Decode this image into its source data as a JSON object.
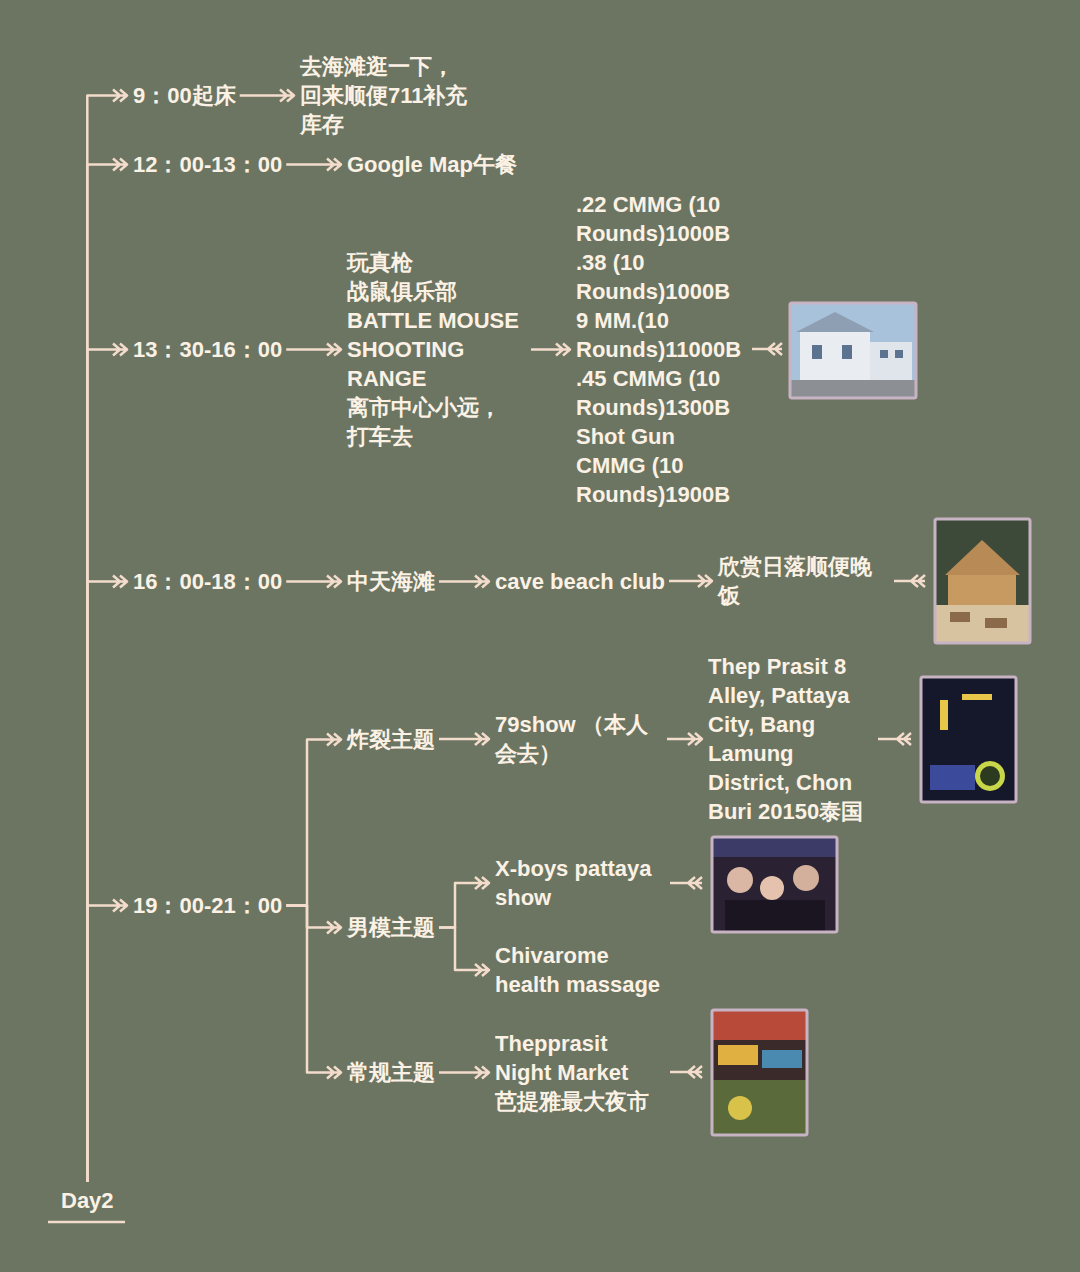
{
  "diagram": {
    "nodes": [
      {
        "text": [
          "9：00起床"
        ]
      },
      {
        "text": [
          "去海滩逛一下， 回来顺便711补充 库存"
        ]
      },
      {
        "text": [
          "12：00-13：00"
        ]
      },
      {
        "text": [
          "Google Map午餐"
        ]
      },
      {
        "text": [
          "13：30-16：00"
        ]
      },
      {
        "text": [
          "玩真枪 战鼠俱乐部 BATTLE MOUSE SHOOTING RANGE 离市中心小远， 打车去"
        ]
      },
      {
        "text": [
          ".22 CMMG (10 Rounds)1000B .38 (10 Rounds)1000B 9 MM.(10 Rounds)11000B .45 CMMG (10 Rounds)1300B Shot Gun CMMG (10 Rounds)1900B"
        ]
      },
      {
        "text": [
          "16：00-18：00"
        ]
      },
      {
        "text": [
          "中天海滩"
        ]
      },
      {
        "text": [
          "cave beach club"
        ]
      },
      {
        "text": [
          "欣赏日落顺便晚 饭"
        ]
      },
      {
        "text": [
          "19：00-21：00"
        ]
      },
      {
        "text": [
          "炸裂主题"
        ]
      },
      {
        "text": [
          "79show （本人 会去）"
        ]
      },
      {
        "text": [
          "Thep Prasit 8 Alley, Pattaya City, Bang Lamung District, Chon Buri 20150泰国"
        ]
      },
      {
        "text": [
          "男模主题"
        ]
      },
      {
        "text": [
          "X-boys pattaya show"
        ]
      },
      {
        "text": [
          "Chivarome health massage"
        ]
      },
      {
        "text": [
          "常规主题"
        ]
      },
      {
        "text": [
          "Thepprasit Night Market 芭提雅最大夜市"
        ]
      },
      {
        "text": [
          "Day2"
        ]
      }
    ],
    "edges": [
      {
        "from": 20,
        "to": 0,
        "arrow": "to"
      },
      {
        "from": 20,
        "to": 2,
        "arrow": "to"
      },
      {
        "from": 20,
        "to": 4,
        "arrow": "to"
      },
      {
        "from": 20,
        "to": 7,
        "arrow": "to"
      },
      {
        "from": 20,
        "to": 11,
        "arrow": "to"
      },
      {
        "from": 0,
        "to": 1,
        "arrow": "to"
      },
      {
        "from": 2,
        "to": 3,
        "arrow": "to"
      },
      {
        "from": 4,
        "to": 5,
        "arrow": "to"
      },
      {
        "from": 5,
        "to": 6,
        "arrow": "to"
      },
      {
        "from": 7,
        "to": 8,
        "arrow": "to"
      },
      {
        "from": 8,
        "to": 9,
        "arrow": "to"
      },
      {
        "from": 9,
        "to": 10,
        "arrow": "to"
      },
      {
        "from": 11,
        "to": 12,
        "arrow": "to"
      },
      {
        "from": 11,
        "to": 15,
        "arrow": "to"
      },
      {
        "from": 11,
        "to": 18,
        "arrow": "to"
      },
      {
        "from": 12,
        "to": 13,
        "arrow": "to"
      },
      {
        "from": 13,
        "to": 14,
        "arrow": "to"
      },
      {
        "from": 15,
        "to": 16,
        "arrow": "to"
      },
      {
        "from": 15,
        "to": 17,
        "arrow": "to"
      },
      {
        "from": 18,
        "to": 19,
        "arrow": "to"
      }
    ]
  }
}
